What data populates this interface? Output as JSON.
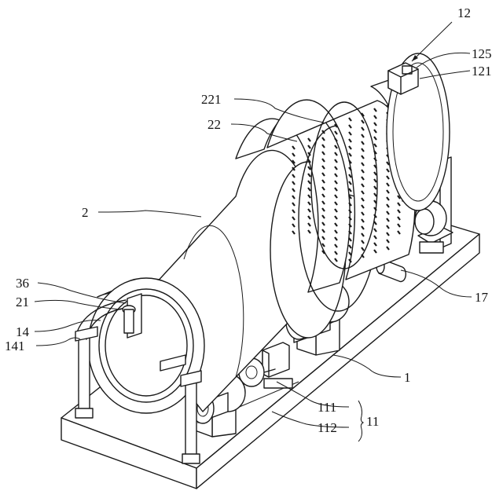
{
  "labels": {
    "l12": "12",
    "l125": "125",
    "l121": "121",
    "l221": "221",
    "l22": "22",
    "l2": "2",
    "l36": "36",
    "l21": "21",
    "l14": "14",
    "l141": "141",
    "l17": "17",
    "l1": "1",
    "l111": "111",
    "l112": "112",
    "l11": "11"
  }
}
